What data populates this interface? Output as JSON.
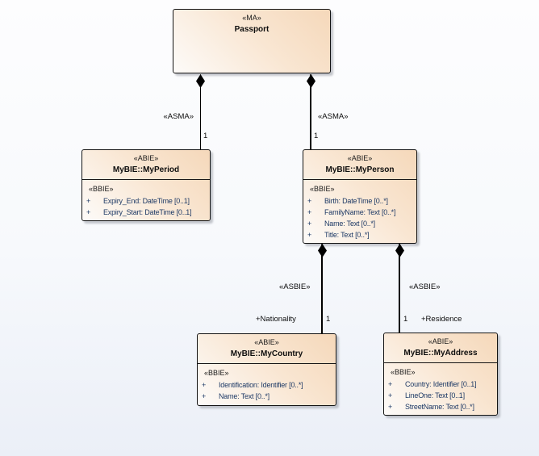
{
  "colors": {
    "canvas_bg_top": "#fdfdfe",
    "canvas_bg_bottom": "#ebeff7",
    "box_fill_light": "#fdfbf9",
    "box_fill_dark": "#f5d8ba",
    "box_border": "#141414",
    "attribute_text": "#1e3a66",
    "label_text": "#0d0d0d"
  },
  "classes": {
    "passport": {
      "stereotype": "«MA»",
      "name": "Passport"
    },
    "period": {
      "stereotype": "«ABIE»",
      "name": "MyBIE::MyPeriod",
      "section": "«BBIE»",
      "attrs": [
        {
          "vis": "+",
          "text": "Expiry_End: DateTime [0..1]"
        },
        {
          "vis": "+",
          "text": "Expiry_Start: DateTime [0..1]"
        }
      ]
    },
    "person": {
      "stereotype": "«ABIE»",
      "name": "MyBIE::MyPerson",
      "section": "«BBIE»",
      "attrs": [
        {
          "vis": "+",
          "text": "Birth: DateTime [0..*]"
        },
        {
          "vis": "+",
          "text": "FamilyName: Text [0..*]"
        },
        {
          "vis": "+",
          "text": "Name: Text [0..*]"
        },
        {
          "vis": "+",
          "text": "Title: Text [0..*]"
        }
      ]
    },
    "country": {
      "stereotype": "«ABIE»",
      "name": "MyBIE::MyCountry",
      "section": "«BBIE»",
      "attrs": [
        {
          "vis": "+",
          "text": "Identification: Identifier [0..*]"
        },
        {
          "vis": "+",
          "text": "Name: Text [0..*]"
        }
      ]
    },
    "address": {
      "stereotype": "«ABIE»",
      "name": "MyBIE::MyAddress",
      "section": "«BBIE»",
      "attrs": [
        {
          "vis": "+",
          "text": "Country: Identifier [0..1]"
        },
        {
          "vis": "+",
          "text": "LineOne: Text [0..1]"
        },
        {
          "vis": "+",
          "text": "StreetName: Text [0..*]"
        }
      ]
    }
  },
  "connectors": {
    "passport_period": {
      "stereotype": "«ASMA»",
      "multiplicity": "1"
    },
    "passport_person": {
      "stereotype": "«ASMA»",
      "multiplicity": "1"
    },
    "person_country": {
      "stereotype": "«ASBIE»",
      "multiplicity": "1",
      "role": "+Nationality"
    },
    "person_address": {
      "stereotype": "«ASBIE»",
      "multiplicity": "1",
      "role": "+Residence"
    }
  }
}
